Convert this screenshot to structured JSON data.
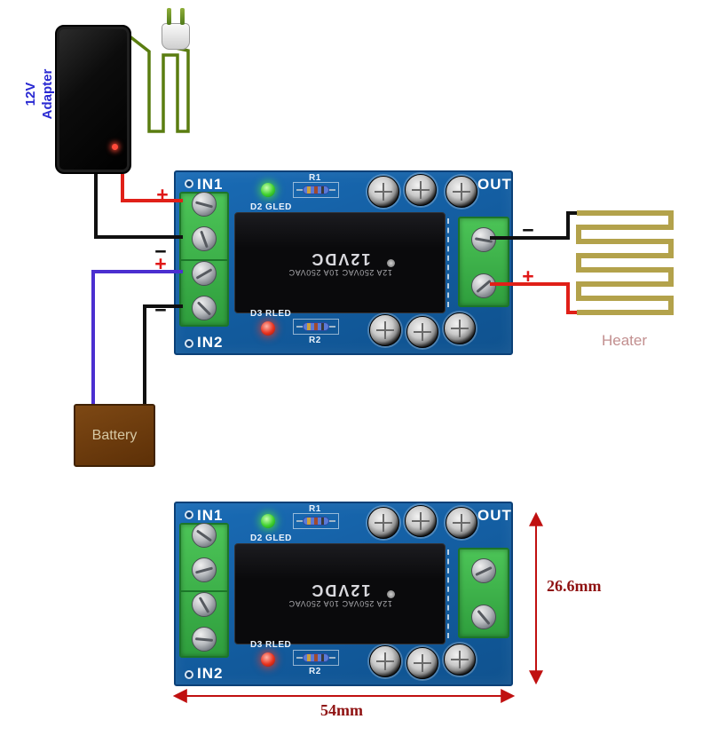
{
  "labels": {
    "adapter": "12V Adapter",
    "battery": "Battery",
    "heater": "Heater"
  },
  "polarity": {
    "plus": "+",
    "minus": "−"
  },
  "board": {
    "in1": "IN1",
    "in2": "IN2",
    "out": "OUT",
    "d2_label": "D2 GLED",
    "d3_label": "D3 RLED",
    "r1_label": "R1",
    "r2_label": "R2",
    "relay_rating": "12A 250VAC  10A 250VAC",
    "relay_model": "12VDC"
  },
  "dimensions": {
    "height": "26.6mm",
    "width": "54mm"
  },
  "colors": {
    "pcb_blue": "#125a9c",
    "terminal_green": "#3fae49",
    "wire_red": "#e02018",
    "wire_black": "#101010",
    "wire_purple": "#4b2fd0",
    "cord_green": "#5a7d10",
    "heater_gold": "#b3a24b",
    "dimension_red": "#c01010"
  }
}
